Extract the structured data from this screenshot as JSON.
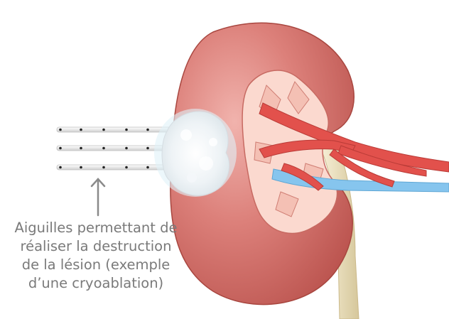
{
  "caption": {
    "lines": [
      "Aiguilles permettant de",
      "réaliser la destruction",
      "de la lésion (exemple",
      "d’une cryoablation)"
    ]
  },
  "colors": {
    "kidney_outer": "#c9605a",
    "kidney_highlight": "#f1b3ad",
    "kidney_inner": "#fbd9cf",
    "artery": "#e2514c",
    "vein": "#86c5ee",
    "ureter": "#e9dfbf",
    "needle": "#f2f2f2",
    "ice_ball": "#e6eef2",
    "arrow": "#8a8a8a"
  }
}
